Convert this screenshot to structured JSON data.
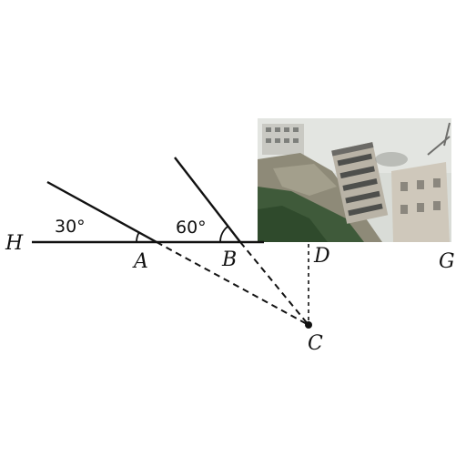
{
  "labels": {
    "H": "H",
    "A": "A",
    "B": "B",
    "D": "D",
    "G": "G",
    "C": "C"
  },
  "angles": {
    "at_A": "30°",
    "at_B": "60°"
  },
  "photo": {
    "description_icon": "collapsed-building-photo",
    "colors": {
      "sky": "#d9dcd7",
      "rubble": "#8e8a78",
      "vegetation": "#3f5a3a",
      "building": "#cfc8bb"
    }
  }
}
